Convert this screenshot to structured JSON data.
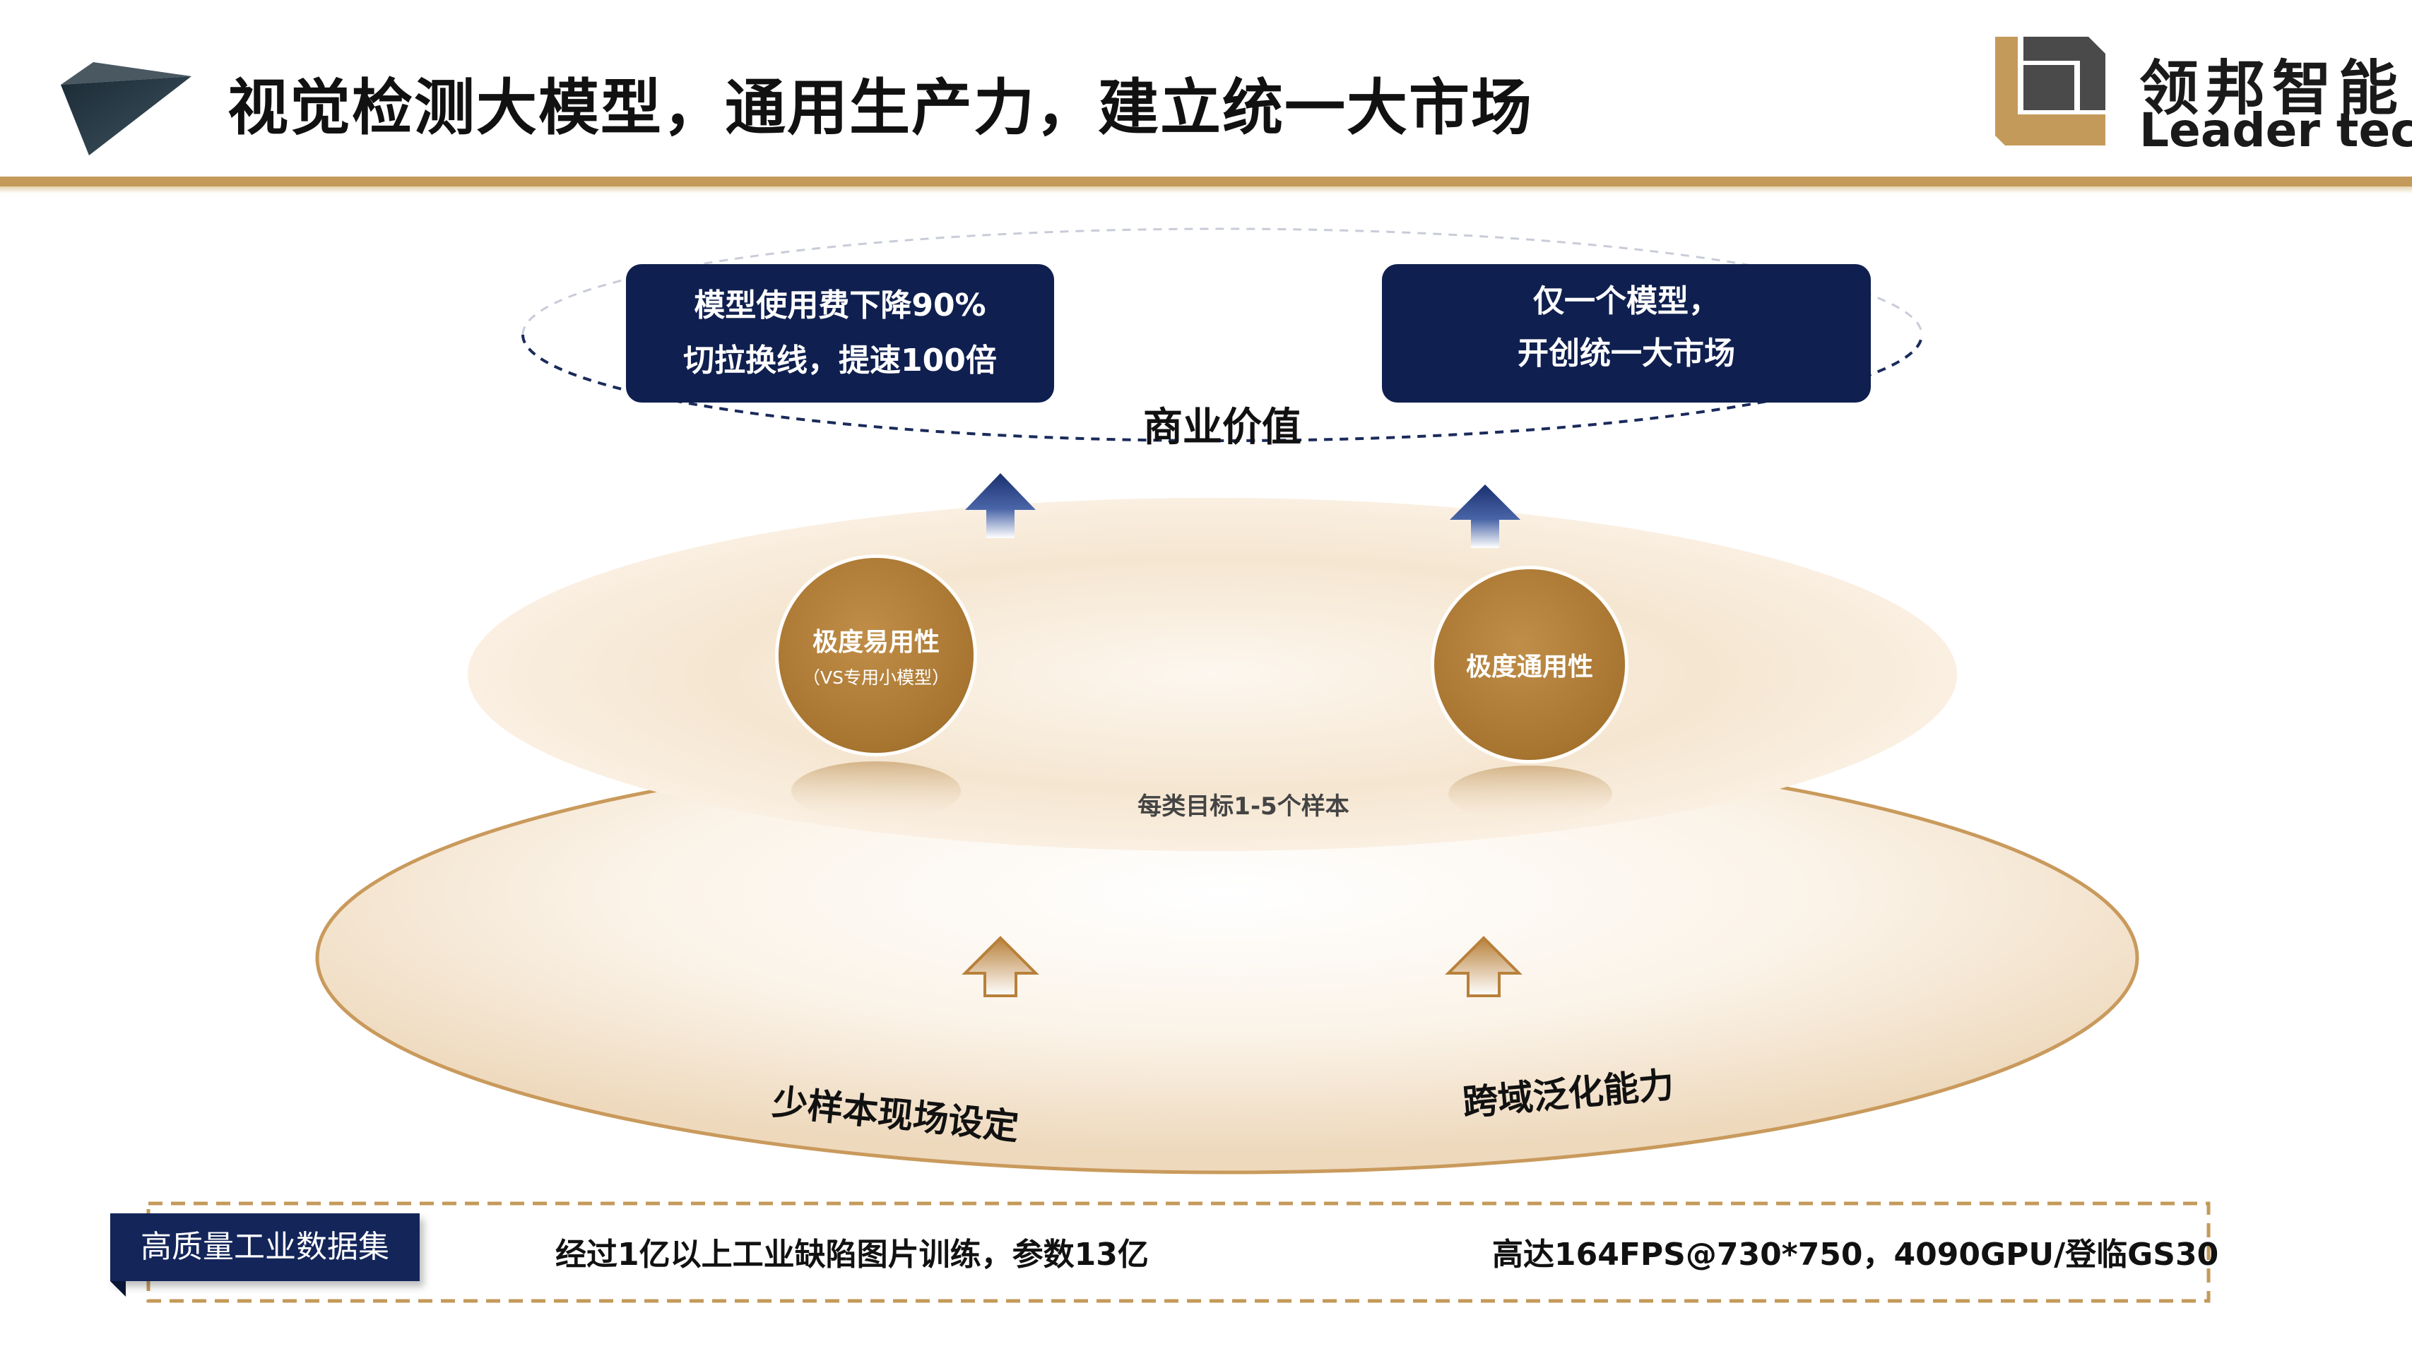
{
  "header": {
    "title": "视觉检测大模型，通用生产力，建立统一大市场",
    "brand_name_cn": "领邦智能",
    "brand_name_en": "Leader tech",
    "colors": {
      "gold": "#c49a5a",
      "navy": "#0f1f4f",
      "bronze": "#a77530"
    }
  },
  "business_value": {
    "label": "商业价值",
    "left_box": {
      "line1": "模型使用费下降90%",
      "line2": "切拉换线，提速100倍"
    },
    "right_box": {
      "line1": "仅一个模型，",
      "line2": "开创统一大市场"
    }
  },
  "capabilities": {
    "left": {
      "title": "极度易用性",
      "subtitle": "（VS专用小模型）"
    },
    "right": {
      "title": "极度通用性"
    },
    "sample_note": "每类目标1-5个样本"
  },
  "foundation": {
    "left_label": "少样本现场设定",
    "right_label": "跨域泛化能力"
  },
  "dataset": {
    "tag": "高质量工业数据集",
    "training_note": "经过1亿以上工业缺陷图片训练，参数13亿",
    "performance_note": "高达164FPS@730*750，4090GPU/登临GS30"
  }
}
